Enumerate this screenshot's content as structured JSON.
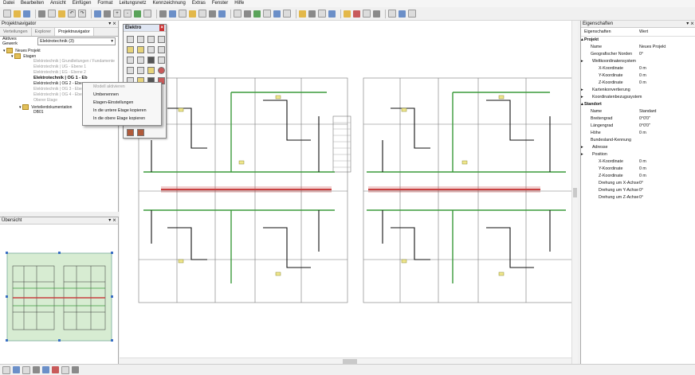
{
  "menu": [
    "Datei",
    "Bearbeiten",
    "Ansicht",
    "Einfügen",
    "Format",
    "Leitungsnetz",
    "Kennzeichnung",
    "Extras",
    "Fenster",
    "Hilfe"
  ],
  "project_navigator": {
    "title": "Projektnavigator",
    "tabs": [
      "Verteilungen",
      "Explorer",
      "Projektnavigator"
    ],
    "gewerk_label": "Aktives Gewerk",
    "gewerk_value": "Elektrotechnik (3)",
    "tree": {
      "root": "Neues Projekt",
      "etagen": "Etagen",
      "levels": [
        "Elektrotechnik | Grundleitungen / Fundamente",
        "Elektrotechnik | UG - Ebene 1",
        "Elektrotechnik | EG - Ebene 2",
        "Elektrotechnik | OG 1 - Eb",
        "Elektrotechnik | OG 2 - Ebe",
        "Elektrotechnik | OG 3 - Ebe",
        "Elektrotechnik | OG 4 - Ebe",
        "Oberer Etage"
      ],
      "verteiler": "Verteilerdokumentation",
      "db": "DB01"
    }
  },
  "overview": {
    "title": "Übersicht"
  },
  "palette": {
    "title": "Elektro"
  },
  "context_menu": {
    "items": [
      "Modell aktivieren",
      "Umbenennen",
      "Etagen-Einstellungen",
      "In die untere Etage kopieren",
      "In die obere Etage kopieren"
    ]
  },
  "properties": {
    "title": "Eigenschaften",
    "header": {
      "k": "Eigenschaften",
      "v": "Wert"
    },
    "rows": [
      {
        "k": "Projekt",
        "v": "",
        "type": "sec"
      },
      {
        "k": "Name",
        "v": "Neues Projekt",
        "type": ""
      },
      {
        "k": "Geografischer Norden",
        "v": "0°",
        "type": ""
      },
      {
        "k": "Weltkoordinatensystem",
        "v": "",
        "type": "sub"
      },
      {
        "k": "X-Koordinate",
        "v": "0 m",
        "type": "ind"
      },
      {
        "k": "Y-Koordinate",
        "v": "0 m",
        "type": "ind"
      },
      {
        "k": "Z-Koordinate",
        "v": "0 m",
        "type": "ind"
      },
      {
        "k": "Kartenkonvertierung",
        "v": "",
        "type": "sub"
      },
      {
        "k": "Koordinatenbezugssystem",
        "v": "",
        "type": "sub"
      },
      {
        "k": "Standort",
        "v": "",
        "type": "sec"
      },
      {
        "k": "Name",
        "v": "Standard",
        "type": ""
      },
      {
        "k": "Breitengrad",
        "v": "0°0'0\"",
        "type": ""
      },
      {
        "k": "Längengrad",
        "v": "0°0'0\"",
        "type": ""
      },
      {
        "k": "Höhe",
        "v": "0 m",
        "type": ""
      },
      {
        "k": "Bundesland-Kennung",
        "v": "",
        "type": ""
      },
      {
        "k": "Adresse",
        "v": "",
        "type": "sub"
      },
      {
        "k": "Position",
        "v": "",
        "type": "sub"
      },
      {
        "k": "X-Koordinate",
        "v": "0 m",
        "type": "ind"
      },
      {
        "k": "Y-Koordinate",
        "v": "0 m",
        "type": "ind"
      },
      {
        "k": "Z-Koordinate",
        "v": "0 m",
        "type": "ind"
      },
      {
        "k": "Drehung um X-Achse",
        "v": "0°",
        "type": "ind"
      },
      {
        "k": "Drehung um Y-Achse",
        "v": "0°",
        "type": "ind"
      },
      {
        "k": "Drehung um Z-Achse",
        "v": "0°",
        "type": "ind"
      }
    ]
  },
  "colors": {
    "wire_green": "#3a9a3a",
    "wire_red": "#c84040",
    "accent_blue": "#3b6fc4",
    "overview_bg": "#d7ecd2"
  }
}
